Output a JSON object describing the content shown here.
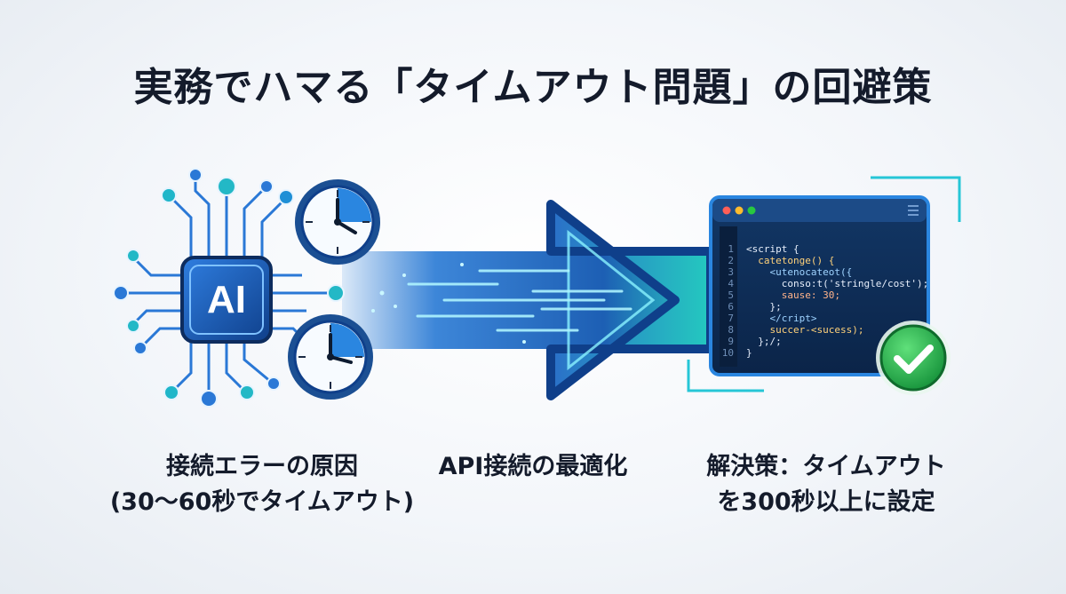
{
  "title": "実務でハマる「タイムアウト問題」の回避策",
  "icons": {
    "ai_chip_label": "AI",
    "ai_chip": "ai-chip-icon",
    "clock": "clock-icon",
    "arrow": "flow-arrow-icon",
    "editor": "code-editor-icon",
    "check": "check-icon"
  },
  "captions": {
    "left_line1": "接続エラーの原因",
    "left_line2": "(30〜60秒でタイムアウト)",
    "middle": "API接続の最適化",
    "right_line1": "解決策：タイムアウト",
    "right_line2": "を300秒以上に設定"
  },
  "code": {
    "line_numbers": [
      "1",
      "2",
      "3",
      "4",
      "5",
      "6",
      "7",
      "8",
      "9",
      "10"
    ],
    "lines": [
      "<script {",
      "  catetonge() {",
      "    <utenocateot({",
      "      conso:t('stringle/cost');",
      "      sause: 30;",
      "    };",
      "    </cript>",
      "    succer-<sucess);",
      "  };/;",
      "}"
    ]
  },
  "colors": {
    "primary_blue": "#1f6fd6",
    "dark_navy": "#0f2a4f",
    "accent_cyan": "#26d0c6",
    "success_green": "#22b24c"
  }
}
